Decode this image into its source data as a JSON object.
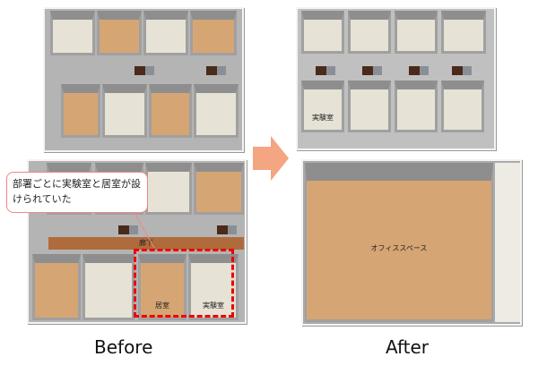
{
  "before": {
    "title": "Before",
    "callout": "部署ごとに実験室と居室が設けられていた",
    "corridor_label": "廊下",
    "office_room_label": "居室",
    "lab_room_label": "実験室"
  },
  "after": {
    "title": "After",
    "lab_room_label": "実験室",
    "office_space_label": "オフィススペース"
  },
  "colors": {
    "highlight": "#e00000",
    "arrow": "#f4a582",
    "floor_wood": "#d6a574",
    "floor_tile": "#e6e2d5"
  }
}
